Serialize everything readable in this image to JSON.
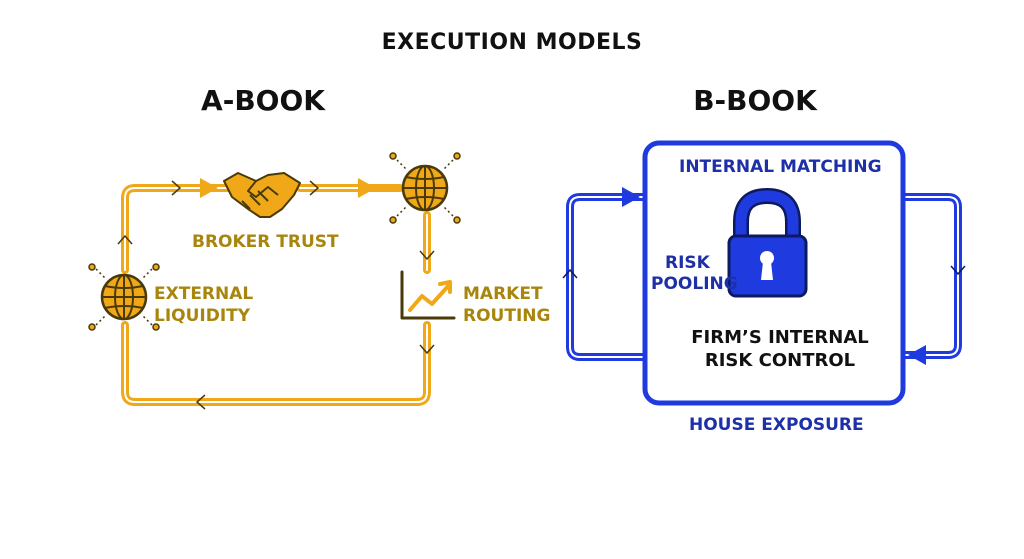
{
  "title": "EXECUTION MODELS",
  "a_book": {
    "title": "A-BOOK",
    "broker_trust": "BROKER TRUST",
    "external_liquidity": [
      "EXTERNAL",
      "LIQUIDITY"
    ],
    "market_routing": [
      "MARKET",
      "ROUTING"
    ]
  },
  "b_book": {
    "title": "B-BOOK",
    "internal_matching": "INTERNAL MATCHING",
    "risk_pooling": [
      "RISK",
      "POOLING"
    ],
    "risk_control": [
      "FIRM’S INTERNAL",
      "RISK CONTROL"
    ],
    "house_exposure": "HOUSE EXPOSURE"
  },
  "colors": {
    "gold": "#f0a818",
    "gold_text": "#a8860e",
    "blue": "#1f3be0",
    "blue_text": "#1e30a8"
  },
  "icons": [
    "globe-icon",
    "handshake-icon",
    "chart-icon",
    "padlock-icon"
  ]
}
